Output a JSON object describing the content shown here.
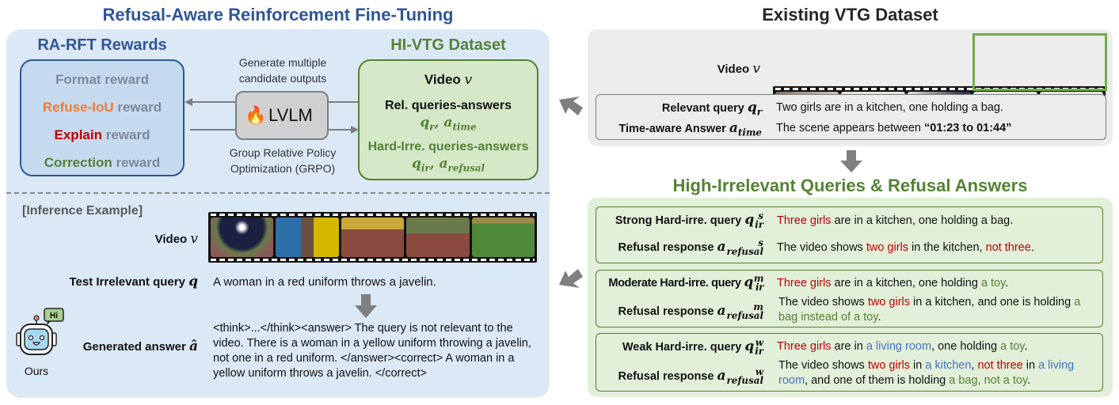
{
  "left": {
    "title": "Refusal-Aware Reinforcement Fine-Tuning",
    "rewards": {
      "title": "RA-RFT Rewards",
      "items": [
        {
          "key": "Format",
          "suffix": " reward",
          "key_color": "#7f8a99"
        },
        {
          "key": "Refuse-IoU",
          "suffix": " reward",
          "key_color": "#ed7d31"
        },
        {
          "key": "Explain",
          "suffix": " reward",
          "key_color": "#c00000"
        },
        {
          "key": "Correction",
          "suffix": " reward",
          "key_color": "#548235"
        }
      ]
    },
    "lvlm": {
      "label": "LVLM",
      "icon": "fire-icon",
      "caption_top": [
        "Generate multiple",
        "candidate outputs"
      ],
      "caption_bottom": [
        "Group Relative Policy",
        "Optimization (GRPO)"
      ]
    },
    "dataset": {
      "title": "HI-VTG Dataset",
      "video_label": "Video",
      "video_var": "v",
      "rel_label": "Rel. queries-answers",
      "rel_vars": {
        "q": "q",
        "q_sub": "r",
        "a": "a",
        "a_sub": "time"
      },
      "hard_label": "Hard-Irre. queries-answers",
      "hard_vars": {
        "q": "q",
        "q_sub": "ir",
        "a": "a",
        "a_sub": "refusal"
      }
    },
    "inference": {
      "title": "[Inference Example]",
      "video_label": "Video",
      "video_var": "v",
      "query_label": "Test Irrelevant query",
      "query_var": "q",
      "query_text": "A woman in a red uniform throws a javelin.",
      "answer_label": "Generated answer",
      "answer_var": "â",
      "answer_text": "<think>...</think><answer> The query is not relevant to the video. There is a woman in a yellow uniform throwing a javelin, not one in a red uniform. </answer><correct> A woman in a yellow uniform throws a javelin. </correct>",
      "robot_bubble": "Hi",
      "robot_caption": "Ours"
    }
  },
  "existing": {
    "title": "Existing VTG Dataset",
    "video_label": "Video",
    "video_var": "v",
    "relevant_label": "Relevant query",
    "relevant_var": {
      "base": "q",
      "sub": "r"
    },
    "relevant_text": "Two girls are in a kitchen, one holding a bag.",
    "answer_label": "Time-aware Answer",
    "answer_var": {
      "base": "a",
      "sub": "time"
    },
    "answer_prefix": "The scene appears between ",
    "answer_time": "“01:23 to 01:44”"
  },
  "hirr": {
    "title": "High-Irrelevant Queries & Refusal Answers",
    "groups": [
      {
        "query_label": "Strong Hard-irre. query",
        "query_sup": "s",
        "query_segments": [
          {
            "text": "Three girls",
            "color": "red"
          },
          {
            "text": " are in a kitchen, one holding a bag.",
            "color": ""
          }
        ],
        "refusal_label": "Refusal response",
        "refusal_sup": "s",
        "refusal_segments": [
          {
            "text": "The video shows ",
            "color": ""
          },
          {
            "text": "two girls",
            "color": "red"
          },
          {
            "text": " in the kitchen, ",
            "color": ""
          },
          {
            "text": "not three",
            "color": "red"
          },
          {
            "text": ".",
            "color": ""
          }
        ]
      },
      {
        "query_label": "Moderate Hard-irre. query",
        "query_sup": "m",
        "query_segments": [
          {
            "text": "Three girls",
            "color": "red"
          },
          {
            "text": " are in a kitchen, one holding ",
            "color": ""
          },
          {
            "text": "a toy",
            "color": "green"
          },
          {
            "text": ".",
            "color": ""
          }
        ],
        "refusal_label": "Refusal response",
        "refusal_sup": "m",
        "refusal_segments": [
          {
            "text": "The video shows ",
            "color": ""
          },
          {
            "text": "two girls",
            "color": "red"
          },
          {
            "text": " in a kitchen, and one is holding ",
            "color": ""
          },
          {
            "text": "a bag instead of a toy",
            "color": "green"
          },
          {
            "text": ".",
            "color": ""
          }
        ]
      },
      {
        "query_label": "Weak Hard-irre. query",
        "query_sup": "w",
        "query_segments": [
          {
            "text": "Three girls",
            "color": "red"
          },
          {
            "text": " are in ",
            "color": ""
          },
          {
            "text": "a living room",
            "color": "blue"
          },
          {
            "text": ", one holding ",
            "color": ""
          },
          {
            "text": "a toy",
            "color": "green"
          },
          {
            "text": ".",
            "color": ""
          }
        ],
        "refusal_label": "Refusal response",
        "refusal_sup": "w",
        "refusal_segments": [
          {
            "text": "The video shows ",
            "color": ""
          },
          {
            "text": "two girls",
            "color": "red"
          },
          {
            "text": " in ",
            "color": ""
          },
          {
            "text": "a kitchen",
            "color": "blue"
          },
          {
            "text": ", ",
            "color": ""
          },
          {
            "text": "not three",
            "color": "red"
          },
          {
            "text": " in ",
            "color": ""
          },
          {
            "text": "a living room",
            "color": "blue"
          },
          {
            "text": ", and one of them is holding ",
            "color": ""
          },
          {
            "text": "a bag, not a toy",
            "color": "green"
          },
          {
            "text": ".",
            "color": ""
          }
        ]
      }
    ]
  },
  "colors": {
    "left_title": "#2f5597",
    "rewards_title": "#2f5597",
    "dataset_title": "#548235",
    "hirr_title": "#548235",
    "existing_title": "#262626"
  }
}
